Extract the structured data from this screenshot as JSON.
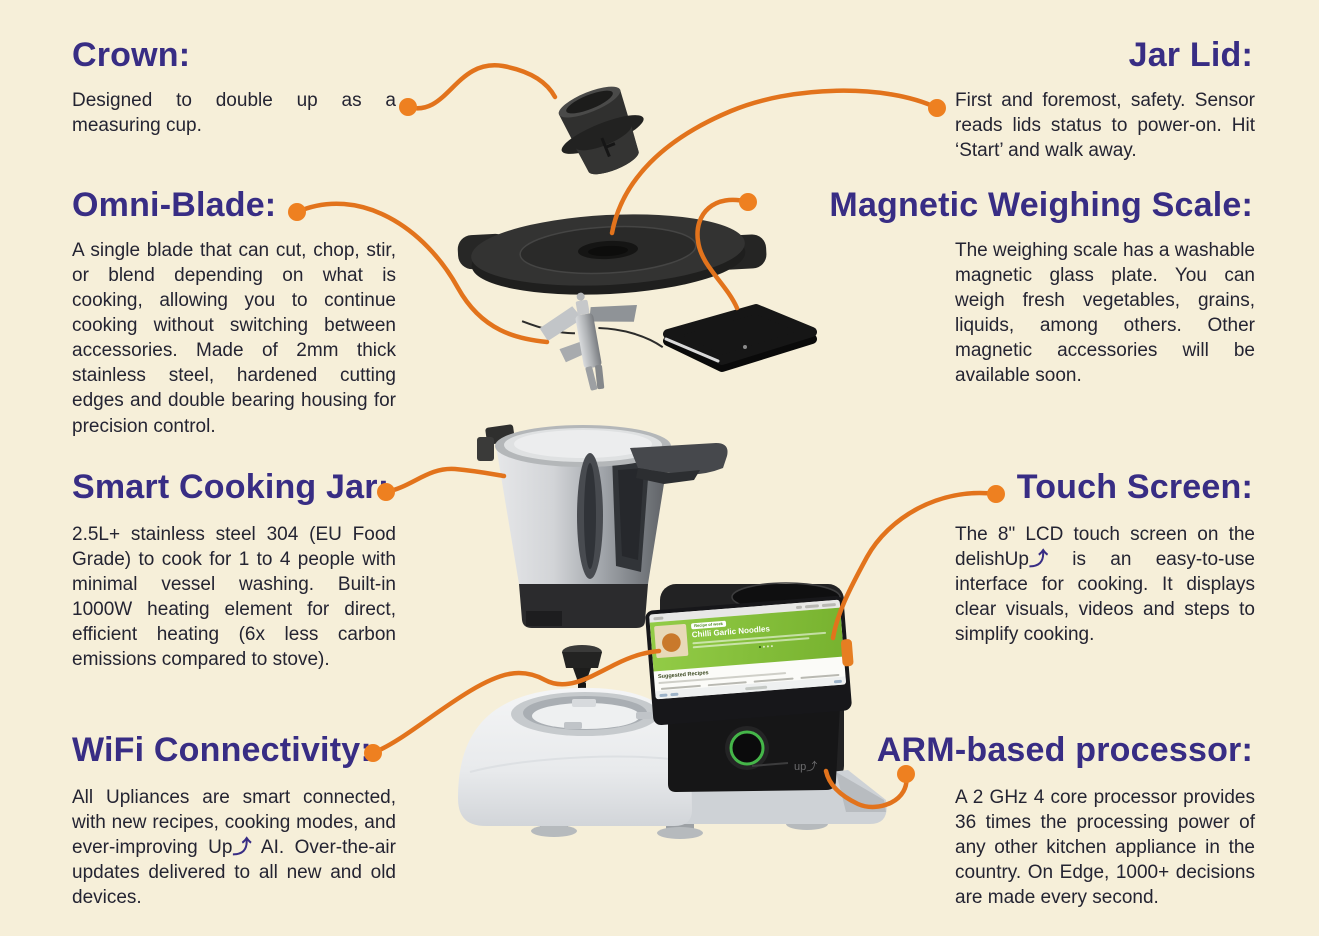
{
  "palette": {
    "background": "#f6efd9",
    "heading": "#382d84",
    "body_text": "#242432",
    "connector_orange": "#e2731c",
    "dot_orange": "#ee8020",
    "screen_banner_green": "#85c440",
    "power_ring_green": "#45b649",
    "screen_clip_orange": "#e67e22"
  },
  "glyphs": {
    "up_arrow": "⤴"
  },
  "sections": {
    "crown": {
      "title": "Crown:",
      "body": "Designed to double up as a measuring cup."
    },
    "omni_blade": {
      "title": "Omni-Blade:",
      "body": "A single blade that can cut, chop, stir, or blend depending on what is cooking, allowing you to continue cooking without switching between accessories. Made of 2mm thick stainless steel, hardened cutting edges and double bearing housing for precision control."
    },
    "smart_cooking_jar": {
      "title": "Smart Cooking Jar:",
      "body": "2.5L+ stainless steel 304 (EU Food Grade) to cook for 1 to 4 people with minimal vessel washing. Built-in 1000W heating element for direct, efficient heating (6x less carbon emissions compared to stove)."
    },
    "wifi_connectivity": {
      "title": "WiFi Connectivity:",
      "body_pre": "All Upliances are smart connected, with new recipes, cooking modes, and ever-improving  Up",
      "body_post": " AI.  Over-the-air updates delivered to all new and old devices."
    },
    "jar_lid": {
      "title": "Jar Lid:",
      "body": "First and foremost, safety. Sensor reads lids status to power-on.  Hit ‘Start’ and walk away."
    },
    "magnetic_weighing_scale": {
      "title": "Magnetic Weighing Scale:",
      "body": "The weighing scale has a washable magnetic glass plate. You can weigh fresh vegetables, grains, liquids, among others. Other magnetic accessories will be available soon."
    },
    "touch_screen": {
      "title": "Touch Screen:",
      "body_pre": "The 8\" LCD touch screen on the delishUp",
      "body_post": " is an easy-to-use interface for cooking. It displays clear visuals, videos and steps to simplify cooking."
    },
    "arm_processor": {
      "title": "ARM-based processor:",
      "body": "A 2 GHz 4 core processor provides 36 times the processing power of any other kitchen appliance in the country. On Edge, 1000+ decisions are made every second."
    }
  },
  "device_screen": {
    "badge": "Recipe of week",
    "recipe_title": "Chilli Garlic Noodles",
    "section_title": "Suggested Recipes"
  },
  "device": {
    "logo_text": "up⤴"
  }
}
